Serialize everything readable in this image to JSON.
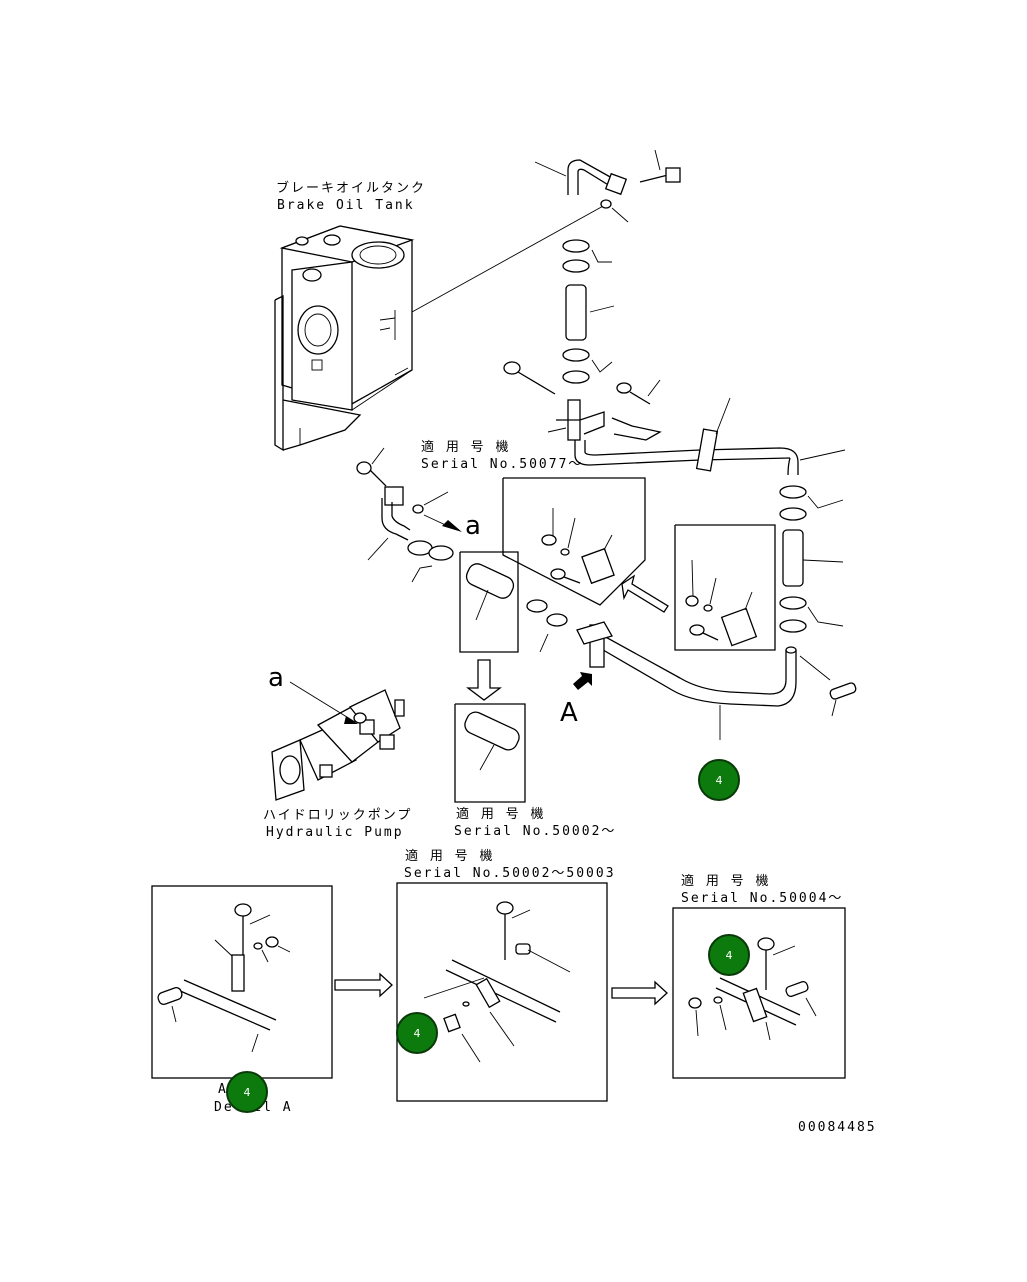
{
  "labels": {
    "brake_oil_tank_jp": "ブレーキオイルタンク",
    "brake_oil_tank_en": "Brake Oil Tank",
    "serial_50077_jp": "適 用 号 機",
    "serial_50077_en": "Serial No.50077～",
    "letter_a_upper": "a",
    "letter_a_pump": "a",
    "letter_A_arrow": "A",
    "hydraulic_pump_jp": "ハイドロリックポンプ",
    "hydraulic_pump_en": "Hydraulic Pump",
    "serial_50002_jp": "適 用 号 機",
    "serial_50002_en": "Serial No.50002～",
    "serial_50002_50003_jp": "適 用 号 機",
    "serial_50002_50003_en": "Serial No.50002～50003",
    "serial_50004_jp": "適 用 号 機",
    "serial_50004_en": "Serial No.50004～",
    "detail_a_jp": "A",
    "detail_a_en": "Detail A",
    "drawing_number": "00084485"
  },
  "callouts": [
    {
      "id": "main-pipe",
      "label": "4"
    },
    {
      "id": "detail-a",
      "label": "4"
    },
    {
      "id": "serial-50002-50003",
      "label": "4"
    },
    {
      "id": "serial-50004",
      "label": "4"
    }
  ],
  "colors": {
    "callout_fill": "#0d7a0d",
    "line": "#000000",
    "background": "#ffffff"
  }
}
